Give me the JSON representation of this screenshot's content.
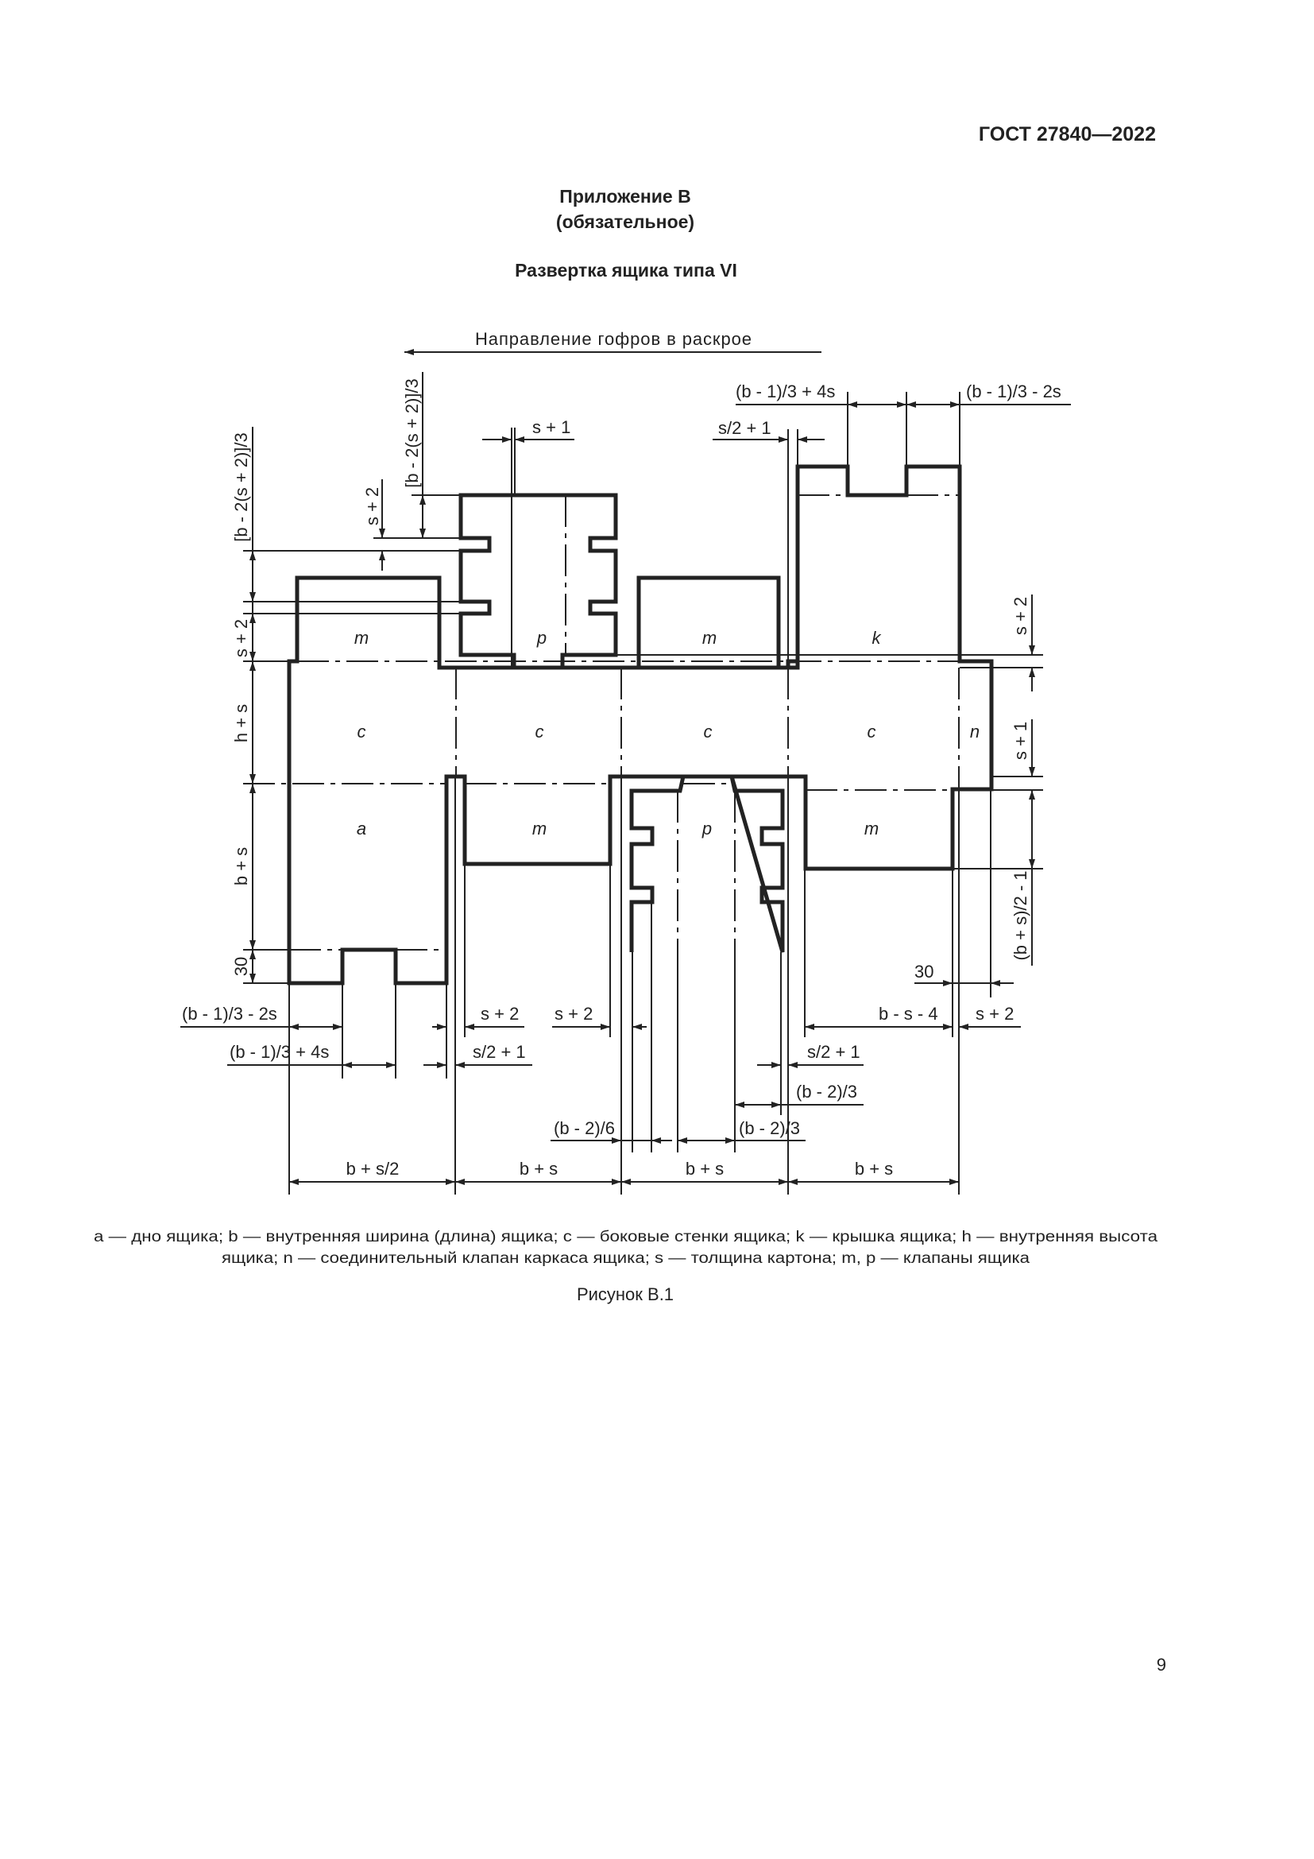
{
  "header": {
    "standard": "ГОСТ 27840—2022"
  },
  "appendix": {
    "title": "Приложение В",
    "status": "(обязательное)"
  },
  "figure_title": "Развертка ящика типа VI",
  "drawing": {
    "direction_label": "Направление гофров в раскрое",
    "panels": {
      "m_top_left": "m",
      "p_top": "p",
      "m_top_right": "m",
      "k": "k",
      "c1": "c",
      "c2": "c",
      "c3": "c",
      "c4": "c",
      "n": "n",
      "a": "a",
      "m_bottom_left": "m",
      "p_bottom": "p",
      "m_bottom_right": "m"
    },
    "dims": {
      "top_s1": "s + 1",
      "top_flap_third": "[b - 2(s + 2)]/3",
      "top_s2": "s + 2",
      "left_flap_third": "[b - 2(s + 2)]/3",
      "left_s2": "s + 2",
      "left_hs": "h + s",
      "left_bs": "b + s",
      "left_30": "30",
      "k_third_plus": "(b - 1)/3 + 4s",
      "k_third_minus": "(b - 1)/3 - 2s",
      "top_s2_1": "s/2 + 1",
      "right_s2": "s + 2",
      "right_s1": "s + 1",
      "right_half": "(b + s)/2 - 1",
      "right_30": "30",
      "bot_third_minus": "(b - 1)/3 - 2s",
      "bot_third_plus": "(b - 1)/3 + 4s",
      "bot_s2_a": "s + 2",
      "bot_s2_1_a": "s/2 + 1",
      "bot_s2_b": "s + 2",
      "bot_b2_6": "(b - 2)/6",
      "bot_b2_3_low": "(b - 2)/3",
      "bot_b2_3_high": "(b - 2)/3",
      "bot_s2_1_b": "s/2 + 1",
      "bot_bs4": "b - s - 4",
      "bot_s2_c": "s + 2",
      "bot_bs2": "b + s/2",
      "bot_bs_1": "b + s",
      "bot_bs_2": "b + s",
      "bot_bs_3": "b + s"
    }
  },
  "legend": {
    "line1": "a — дно ящика; b — внутренняя ширина (длина) ящика; c — боковые стенки ящика; k — крышка ящика; h — внутренняя высота",
    "line2": "ящика; n — соединительный клапан каркаса ящика; s — толщина картона; m, p — клапаны ящика"
  },
  "figure_caption": "Рисунок В.1",
  "page_number": "9"
}
